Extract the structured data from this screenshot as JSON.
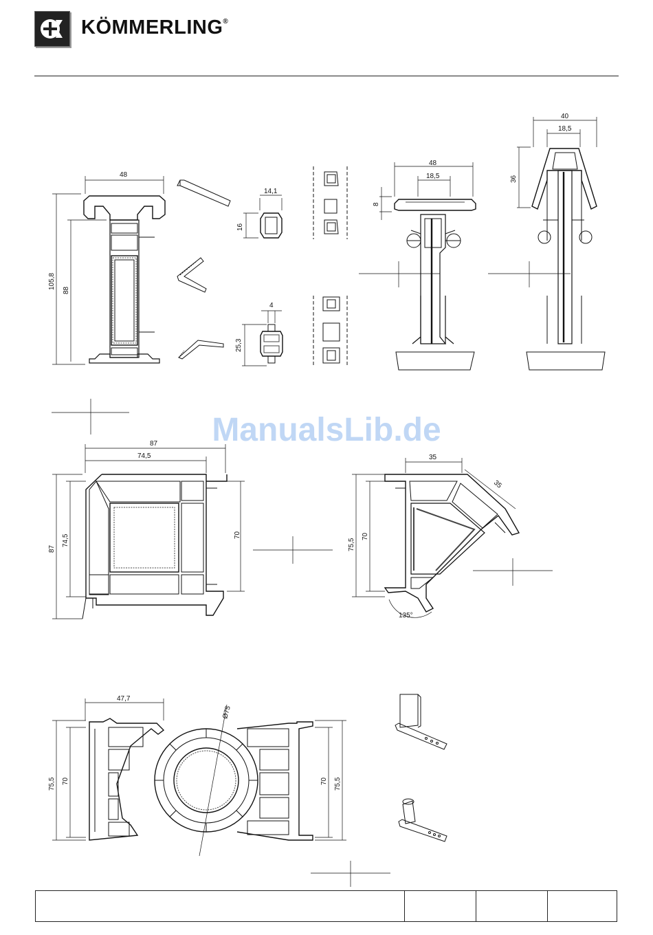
{
  "header": {
    "brand": "KÖMMERLING",
    "registered": "®",
    "logo_icon": "kommerling-logo-icon"
  },
  "watermark": "ManualsLib.de",
  "dims": {
    "d48a": "48",
    "d1058": "105,8",
    "d88": "88",
    "d141": "14,1",
    "d16": "16",
    "d4": "4",
    "d253": "25,3",
    "d48b": "48",
    "d185a": "18,5",
    "d8": "8",
    "d40": "40",
    "d185b": "18,5",
    "d36": "36",
    "d87top": "87",
    "d745top": "74,5",
    "d87left": "87",
    "d745left": "74,5",
    "d70a": "70",
    "d35a": "35",
    "d35b": "35",
    "d755a": "75,5",
    "d70b": "70",
    "d135": "135°",
    "d477": "47,7",
    "d75dia": "Ø75",
    "d755b": "75,5",
    "d70c": "70",
    "d70d": "70",
    "d755c": "75,5"
  }
}
